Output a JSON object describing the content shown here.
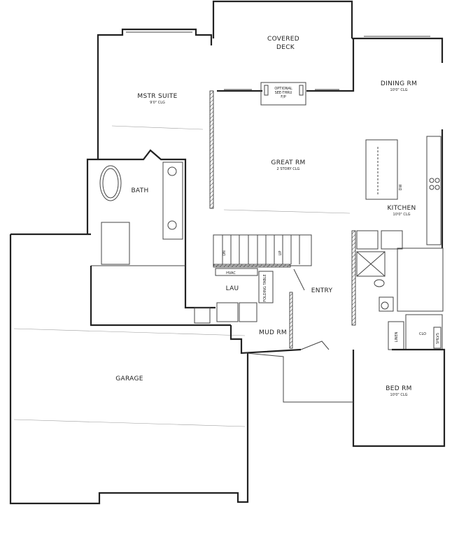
{
  "rooms": {
    "covered_deck": {
      "line1": "COVERED",
      "line2": "DECK"
    },
    "master_suite": {
      "label": "MSTR SUITE",
      "ceiling": "9'0\" CLG"
    },
    "great_room": {
      "label": "GREAT RM",
      "ceiling": "2 STORY CLG"
    },
    "dining_room": {
      "label": "DINING RM",
      "ceiling": "10'0\" CLG"
    },
    "fireplace": {
      "line1": "OPTIONAL",
      "line2": "SEE-THRU",
      "line3": "F/P"
    },
    "kitchen": {
      "label": "KITCHEN",
      "ceiling": "10'0\" CLG",
      "dishwasher": "DW"
    },
    "bath": {
      "label": "BATH"
    },
    "laundry": {
      "label": "LAU",
      "hvac": "HVAC",
      "folding_table": "FOLDING TABLE"
    },
    "stairs": {
      "down": "DN",
      "up": "UP"
    },
    "entry": {
      "label": "ENTRY"
    },
    "mud_room": {
      "label": "MUD RM"
    },
    "linen": {
      "label": "LINEN"
    },
    "closet": {
      "label": "CLO",
      "shelves": "SHLVS"
    },
    "bedroom": {
      "label": "BED RM",
      "ceiling": "10'0\" CLG"
    },
    "garage": {
      "label": "GARAGE"
    }
  }
}
